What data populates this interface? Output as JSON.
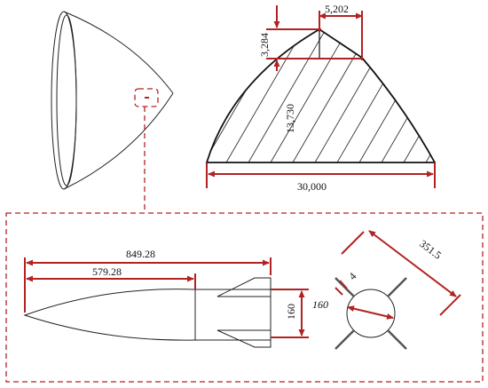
{
  "colors": {
    "dimension": "#b22222",
    "outline": "#222222",
    "background": "#ffffff"
  },
  "labels": {
    "cone_tip_width": "5,202",
    "cone_tip_height": "3,284",
    "cone_height": "13,730",
    "cone_base": "30,000",
    "vehicle_total_length": "849.28",
    "vehicle_nose_length": "579.28",
    "vehicle_fin_span": "160",
    "fin_thickness": "4",
    "body_diameter": "160",
    "fin_tip_span": "351.5"
  }
}
